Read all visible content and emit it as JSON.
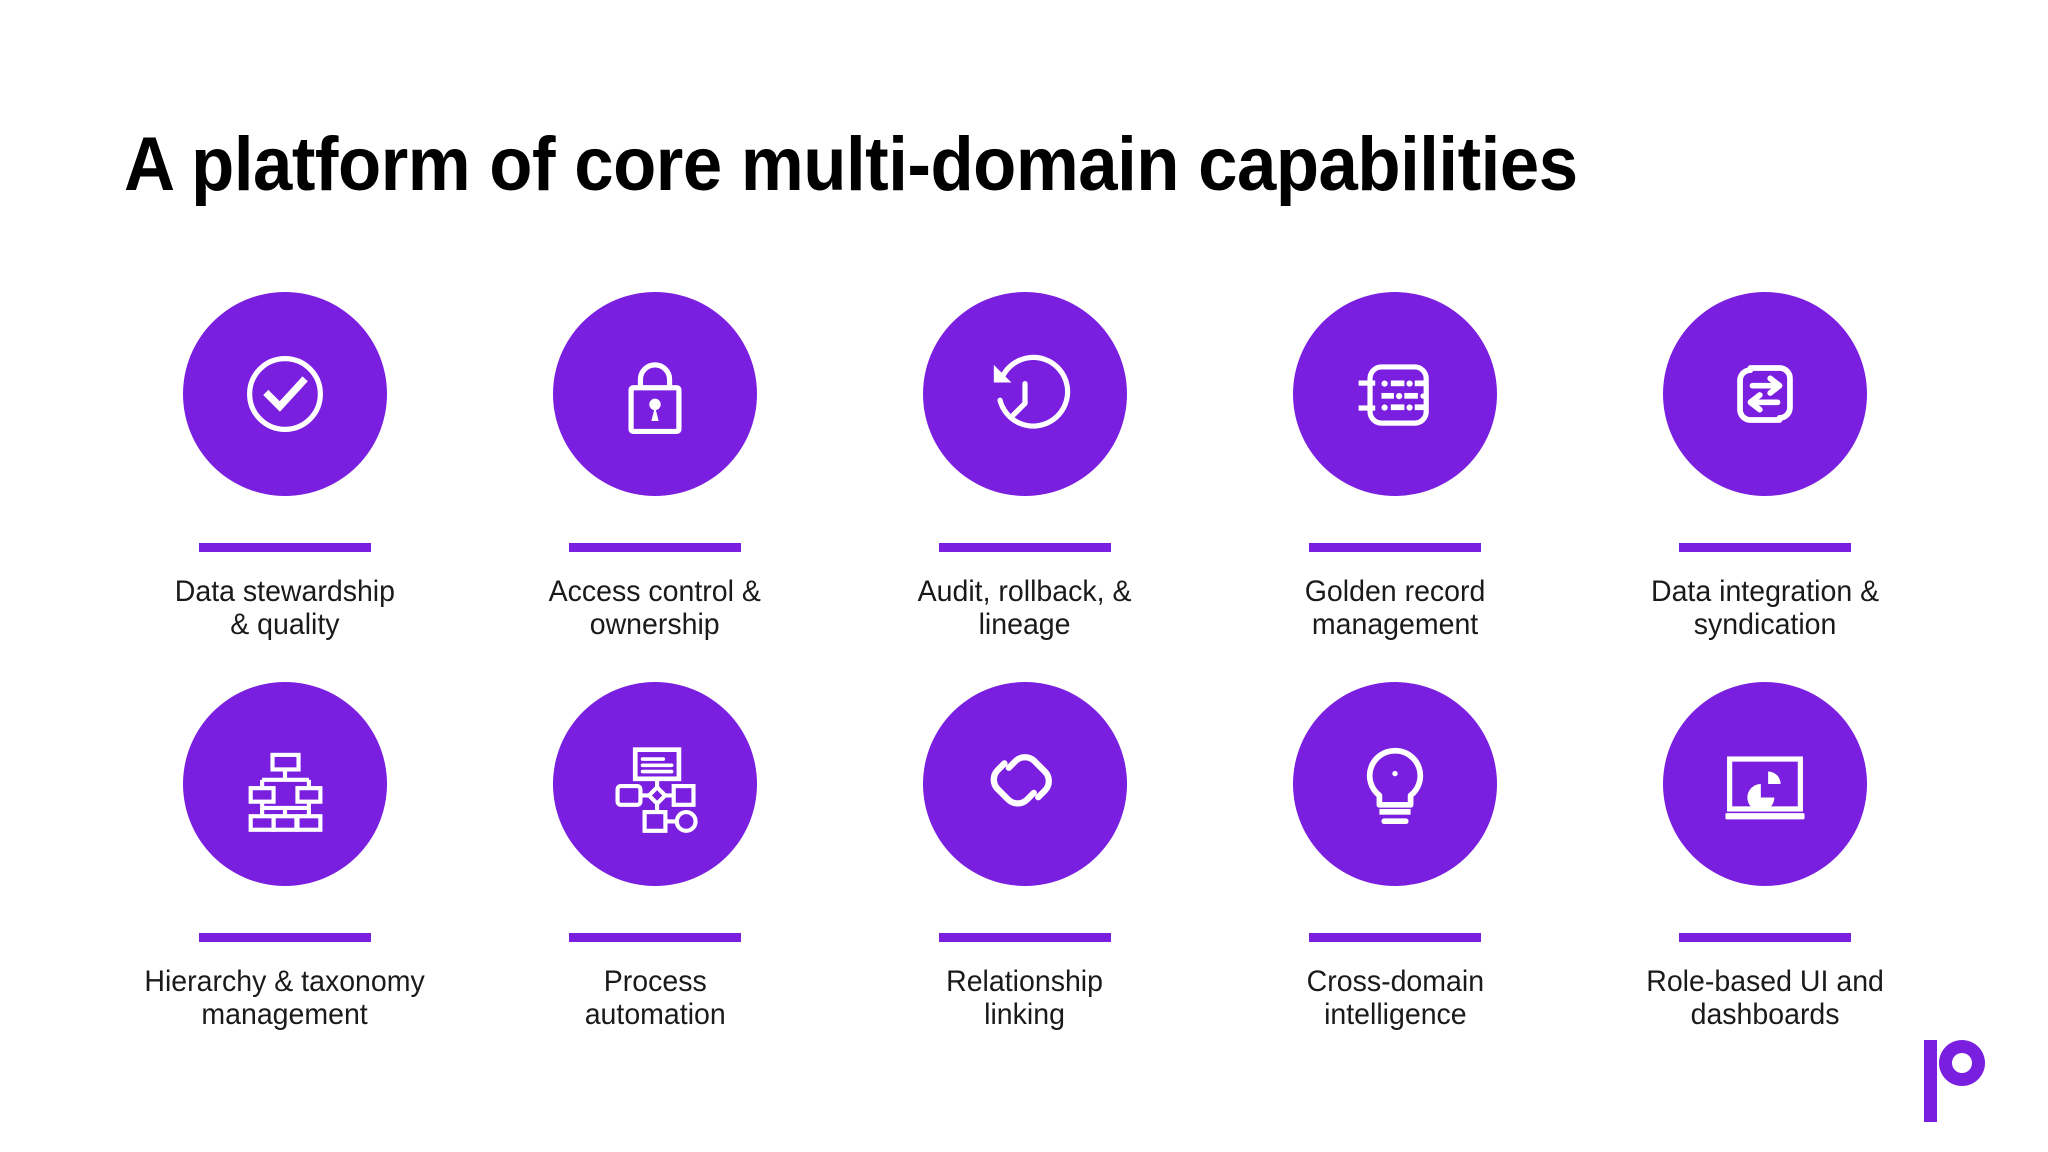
{
  "slide": {
    "title": "A platform of core multi-domain capabilities",
    "background_color": "#FFFFFF",
    "accent_color": "#7A1EE0",
    "title_color": "#000000",
    "label_color": "#1A1A1A",
    "icon_color": "#FFFFFF"
  },
  "capabilities": [
    {
      "index": 1,
      "icon": "check-circle-icon",
      "label_line1": "Data stewardship",
      "label_line2": "& quality",
      "row": 1,
      "column": 1
    },
    {
      "index": 2,
      "icon": "padlock-icon",
      "label_line1": "Access control &",
      "label_line2": "ownership",
      "row": 1,
      "column": 2
    },
    {
      "index": 3,
      "icon": "clock-rollback-icon",
      "label_line1": "Audit, rollback, &",
      "label_line2": "lineage",
      "row": 1,
      "column": 3
    },
    {
      "index": 4,
      "icon": "record-ledger-icon",
      "label_line1": "Golden record",
      "label_line2": "management",
      "row": 1,
      "column": 4
    },
    {
      "index": 5,
      "icon": "data-sync-arrows-icon",
      "label_line1": "Data integration &",
      "label_line2": "syndication",
      "row": 1,
      "column": 5
    },
    {
      "index": 6,
      "icon": "hierarchy-tree-icon",
      "label_line1": "Hierarchy & taxonomy",
      "label_line2": "management",
      "row": 2,
      "column": 1
    },
    {
      "index": 7,
      "icon": "workflow-flowchart-icon",
      "label_line1": "Process",
      "label_line2": "automation",
      "row": 2,
      "column": 2
    },
    {
      "index": 8,
      "icon": "chain-link-icon",
      "label_line1": "Relationship",
      "label_line2": "linking",
      "row": 2,
      "column": 3
    },
    {
      "index": 9,
      "icon": "lightbulb-icon",
      "label_line1": "Cross-domain",
      "label_line2": "intelligence",
      "row": 2,
      "column": 4
    },
    {
      "index": 10,
      "icon": "dashboard-piechart-icon",
      "label_line1": "Role-based UI and",
      "label_line2": "dashboards",
      "row": 2,
      "column": 5
    }
  ],
  "logo": {
    "name": "p-brand-logo",
    "color": "#7A1EE0"
  }
}
